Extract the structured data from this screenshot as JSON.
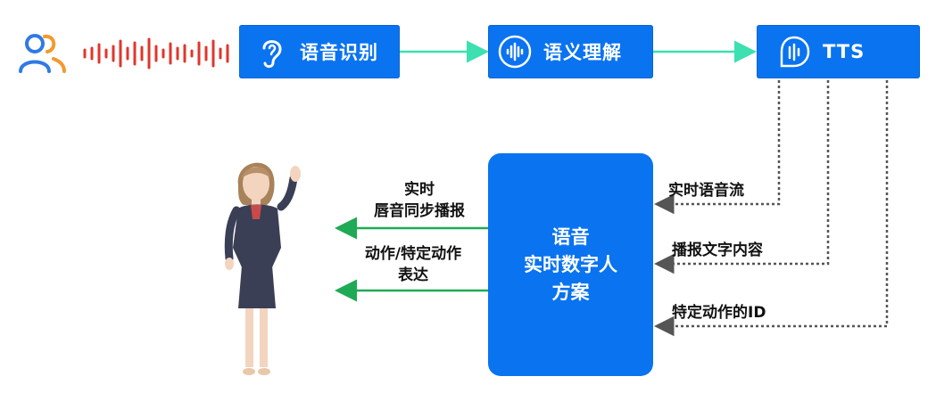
{
  "pipeline": {
    "asr": {
      "label": "语音识别",
      "icon": "ear-icon"
    },
    "nlu": {
      "label": "语义理解",
      "icon": "voice-wave-icon"
    },
    "tts": {
      "label": "TTS",
      "icon": "speech-icon"
    }
  },
  "center": {
    "lines": [
      "语音",
      "实时数字人",
      "方案"
    ]
  },
  "inputs": {
    "stream": "实时语音流",
    "text": "播报文字内容",
    "action_id": "特定动作的ID"
  },
  "outputs": {
    "lip_sync": [
      "实时",
      "唇音同步播报"
    ],
    "action": [
      "动作/特定动作",
      "表达"
    ]
  },
  "icons": {
    "user": "users-icon",
    "audio": "audio-wave-icon",
    "avatar": "digital-human-avatar"
  },
  "colors": {
    "box": "#0a73f0",
    "arrow_top": "#3de0b0",
    "arrow_left": "#1faa55",
    "dotted": "#555555",
    "wave": "#e0362b",
    "user": "#2f7ae5"
  }
}
